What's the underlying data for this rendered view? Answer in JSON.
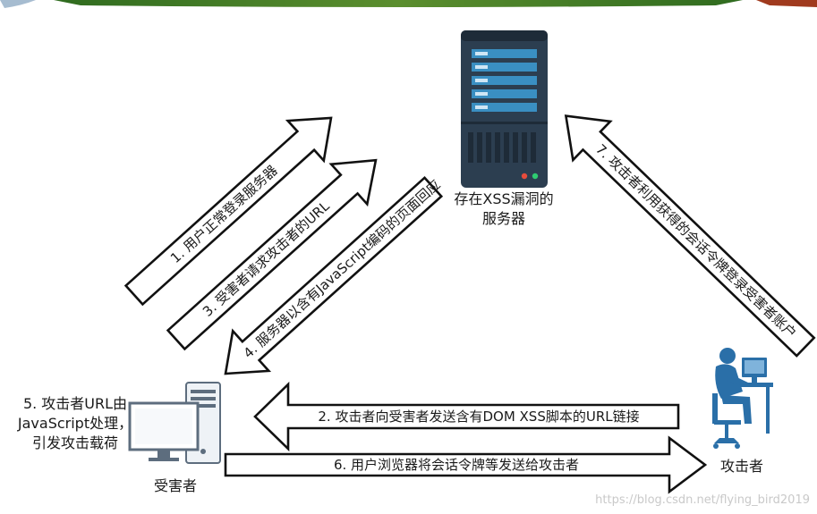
{
  "nodes": {
    "server": {
      "line1": "存在XSS漏洞的",
      "line2": "服务器"
    },
    "victim": {
      "label": "受害者"
    },
    "attacker": {
      "label": "攻击者"
    },
    "victim_note": {
      "line1": "5. 攻击者URL由",
      "line2": "JavaScript处理，",
      "line3": "引发攻击载荷"
    }
  },
  "steps": [
    {
      "id": 1,
      "text": "1. 用户正常登录服务器"
    },
    {
      "id": 2,
      "text": "2. 攻击者向受害者发送含有DOM XSS脚本的URL链接"
    },
    {
      "id": 3,
      "text": "3. 受害者请求攻击者的URL"
    },
    {
      "id": 4,
      "text": "4. 服务器以含有JavaScript编码的页面回应"
    },
    {
      "id": 6,
      "text": "6. 用户浏览器将会话令牌等发送给攻击者"
    },
    {
      "id": 7,
      "text": "7. 攻击者利用获得的会话令牌登录受害者账户"
    }
  ],
  "watermark": "https://blog.csdn.net/flying_bird2019",
  "colors": {
    "server_body": "#2c3e50",
    "server_slot": "#3a8fc2",
    "attacker_blue": "#2a6fa8",
    "banner_green": "#3c7a2a"
  }
}
